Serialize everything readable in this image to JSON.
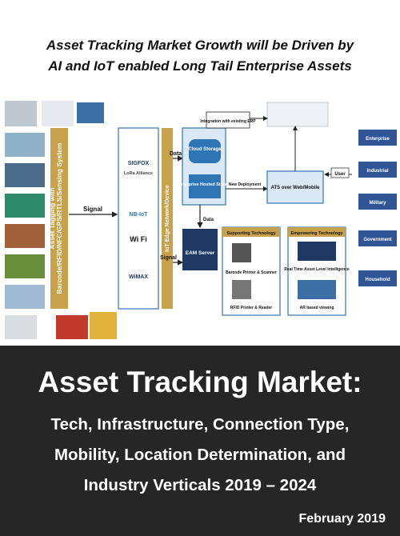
{
  "headline": {
    "line1": "Asset Tracking Market Growth will be Driven by",
    "line2": "AI and IoT enabled Long Tail Enterprise Assets"
  },
  "diagram": {
    "tagging_label_line1": "Asset Tagging with",
    "tagging_label_line2": "Barcode/RFID/NFC/GPS/RTLS/Sensing System",
    "signal_label": "Signal",
    "signal_label_2": "Signal",
    "edge_label": "IoT Edge Network/Device",
    "data_label": "Data",
    "data_label_2": "Data",
    "protocols": [
      "SIGFOX",
      "LoRa Alliance",
      "NB-IoT",
      "Wi Fi",
      "WiMAX"
    ],
    "cloud_storage": "Cloud Storage",
    "enterprise_storage": "Enterprise Hosted Storage",
    "new_deployment": "New Deployment",
    "eam_server": "EAM Server",
    "integration_erp": "Integration with existing ERP",
    "ats": "ATS over Web/Mobile",
    "user": "User",
    "supporting_tech": "Supporting Technology",
    "barcode_printer": "Barcode Printer & Scanner",
    "rfid_printer": "RFID Printer & Reader",
    "empowering_tech": "Empowering Technology",
    "realtime": "Real Time Asset Level Intelligence",
    "ar": "AR based viewing",
    "segments": [
      "Enterprise",
      "Industrial",
      "Military",
      "Government",
      "Household"
    ]
  },
  "title": "Asset Tracking Market:",
  "subtitle_lines": [
    "Tech, Infrastructure, Connection Type,",
    "Mobility, Location Determination, and",
    "Industry Verticals 2019 – 2024"
  ],
  "date": "February 2019",
  "colors": {
    "bar_gold": "#c8a24a",
    "box_blue": "#2e75b6",
    "dark_navy": "#1f3864",
    "segment_blue": "#2f5597",
    "banner_bg": "#262626"
  }
}
